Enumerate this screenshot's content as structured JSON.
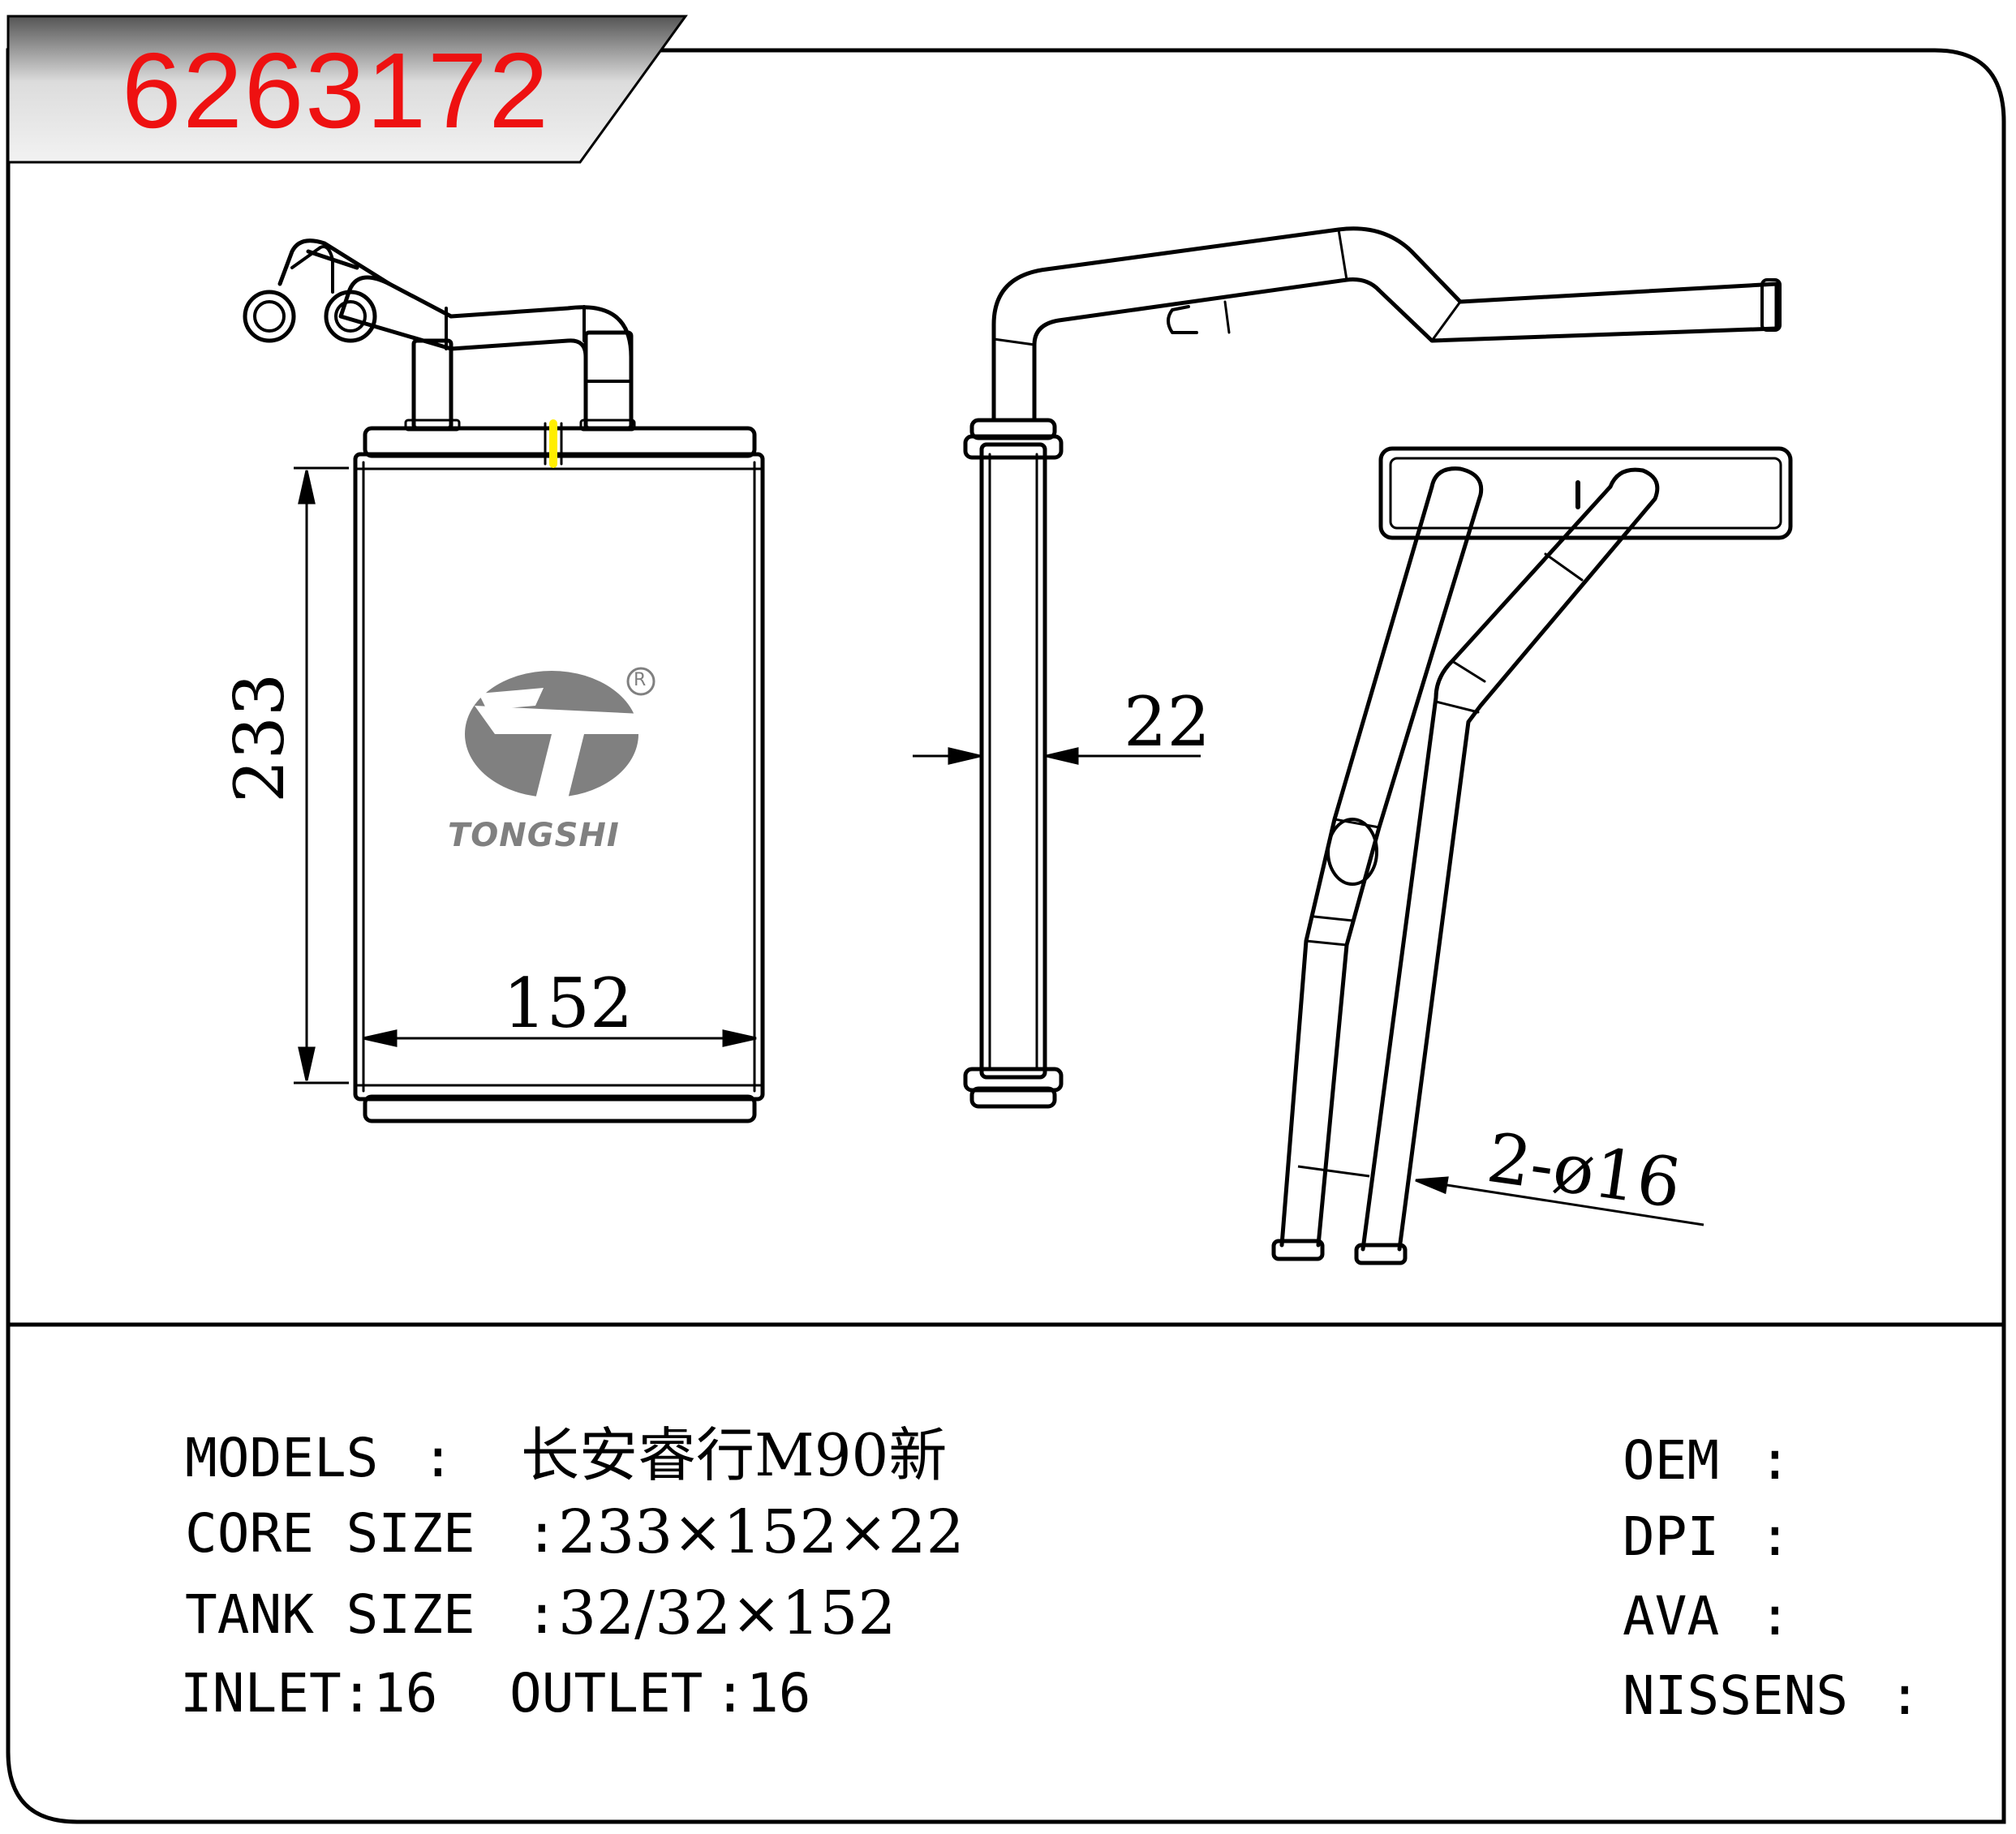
{
  "part_number": "6263172",
  "brand": {
    "name": "TONGSHI",
    "registered_mark": "R"
  },
  "dimensions": {
    "height": "233",
    "width": "152",
    "depth": "22",
    "pipes": "2-ø16"
  },
  "specs": {
    "models_label": "MODELS",
    "models_sep": ":",
    "models_value": "长安睿行M90新",
    "core_label": "CORE SIZE",
    "core_sep": ":",
    "core_value": "233×152×22",
    "tank_label": "TANK SIZE",
    "tank_sep": ":",
    "tank_value": "32/32×152",
    "inlet_label": "INLET",
    "inlet_sep": ":",
    "inlet_value": "16",
    "outlet_label": "OUTLET",
    "outlet_sep": ":",
    "outlet_value": "16"
  },
  "references": {
    "oem_label": "OEM",
    "oem_sep": ":",
    "dpi_label": "DPI",
    "dpi_sep": ":",
    "ava_label": "AVA",
    "ava_sep": ":",
    "nissens_label": "NISSENS",
    "nissens_sep": ":"
  },
  "colors": {
    "part_number": "#ee1111",
    "logo": "#808080",
    "marker": "#ffee00"
  }
}
